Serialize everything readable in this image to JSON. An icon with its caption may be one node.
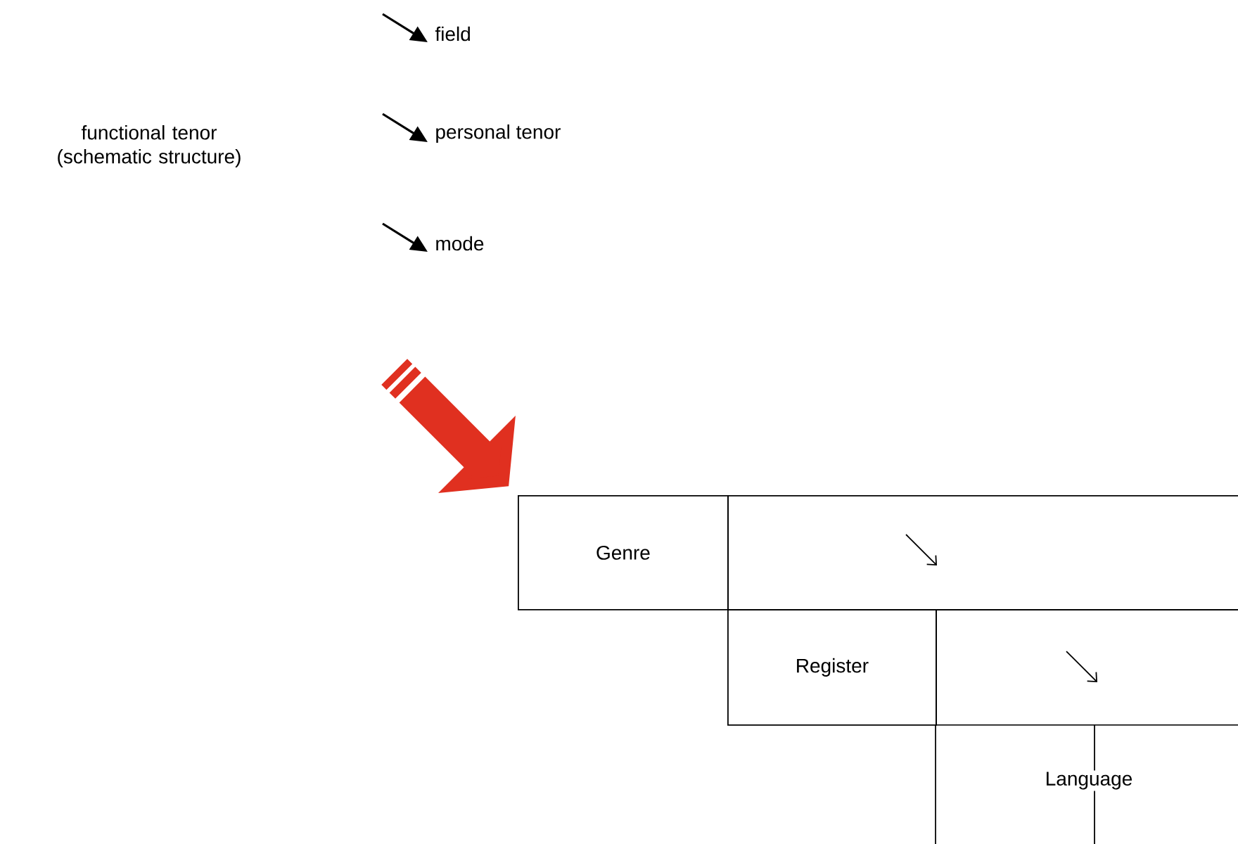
{
  "diagram": {
    "nodes": [
      {
        "text": [
          "functional tenor (schematic structure)"
        ]
      },
      {
        "text": [
          "field"
        ]
      },
      {
        "text": [
          "personal tenor"
        ]
      },
      {
        "text": [
          "mode"
        ]
      },
      {
        "text": [
          "Genre"
        ]
      },
      {
        "text": [],
        "shape": "box"
      },
      {
        "text": [
          "Register"
        ]
      },
      {
        "text": [],
        "shape": "box"
      },
      {
        "text": [
          "Language"
        ]
      }
    ],
    "edges": [
      {
        "from": null,
        "to": 1,
        "arrow": "to"
      },
      {
        "from": null,
        "to": 2,
        "arrow": "to"
      },
      {
        "from": null,
        "to": 3,
        "arrow": "to"
      },
      {
        "from": null,
        "to": 4,
        "arrow": "to",
        "style": "thick",
        "color": "#e03020"
      }
    ]
  }
}
